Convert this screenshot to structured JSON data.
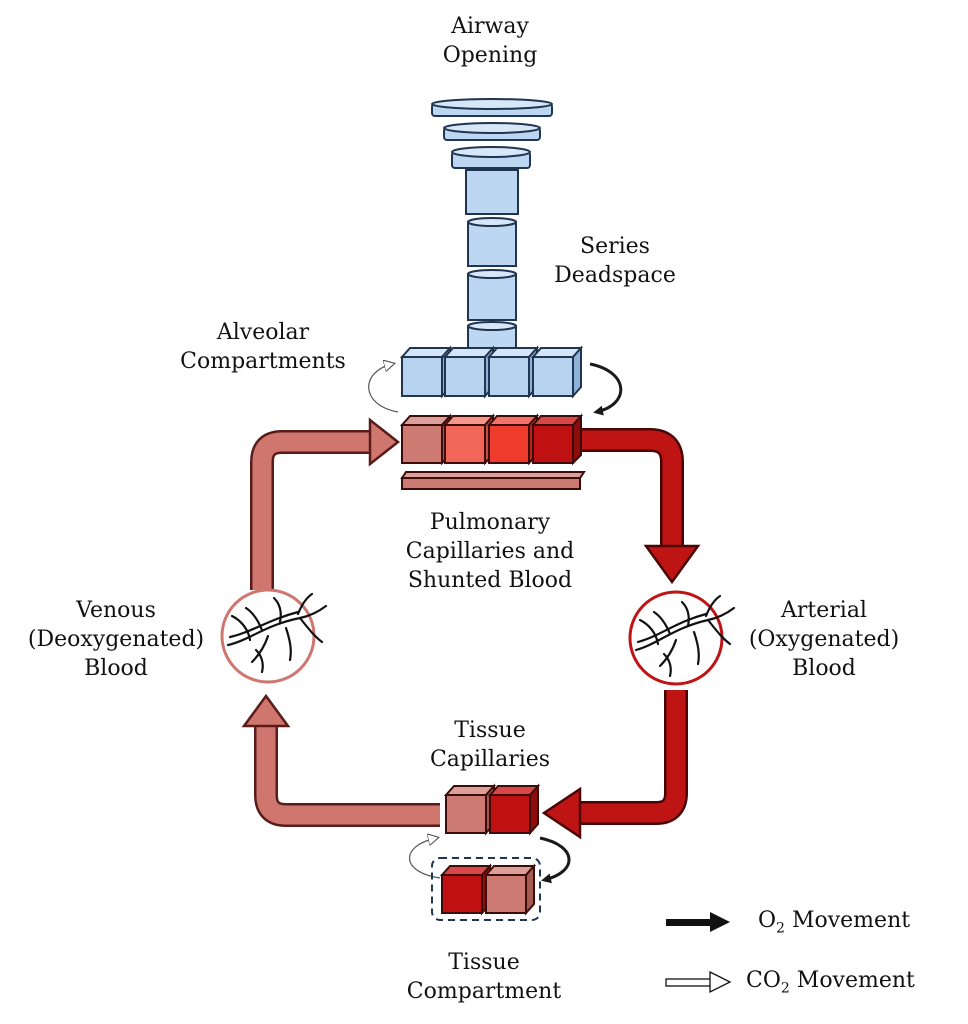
{
  "labels": {
    "airway_opening": [
      "Airway",
      "Opening"
    ],
    "series_deadspace": [
      "Series",
      "Deadspace"
    ],
    "alveolar_compartments": [
      "Alveolar",
      "Compartments"
    ],
    "pulmonary_capillaries": [
      "Pulmonary",
      "Capillaries and",
      "Shunted Blood"
    ],
    "venous_blood": [
      "Venous",
      "(Deoxygenated)",
      "Blood"
    ],
    "arterial_blood": [
      "Arterial",
      "(Oxygenated)",
      "Blood"
    ],
    "tissue_capillaries": [
      "Tissue",
      "Capillaries"
    ],
    "tissue_compartment": [
      "Tissue",
      "Compartment"
    ]
  },
  "legend": {
    "o2": {
      "prefix": "O",
      "sub": "2",
      "suffix": " Movement"
    },
    "co2": {
      "prefix": "CO",
      "sub": "2",
      "suffix": " Movement"
    }
  },
  "colors": {
    "airway_fill": "#bdd7f2",
    "airway_stroke": "#1f3550",
    "venous": "#cf766f",
    "arterial": "#bf1414",
    "capillary_shades": [
      "#cd7a72",
      "#f0675a",
      "#ef3b2c",
      "#bf1111"
    ]
  }
}
